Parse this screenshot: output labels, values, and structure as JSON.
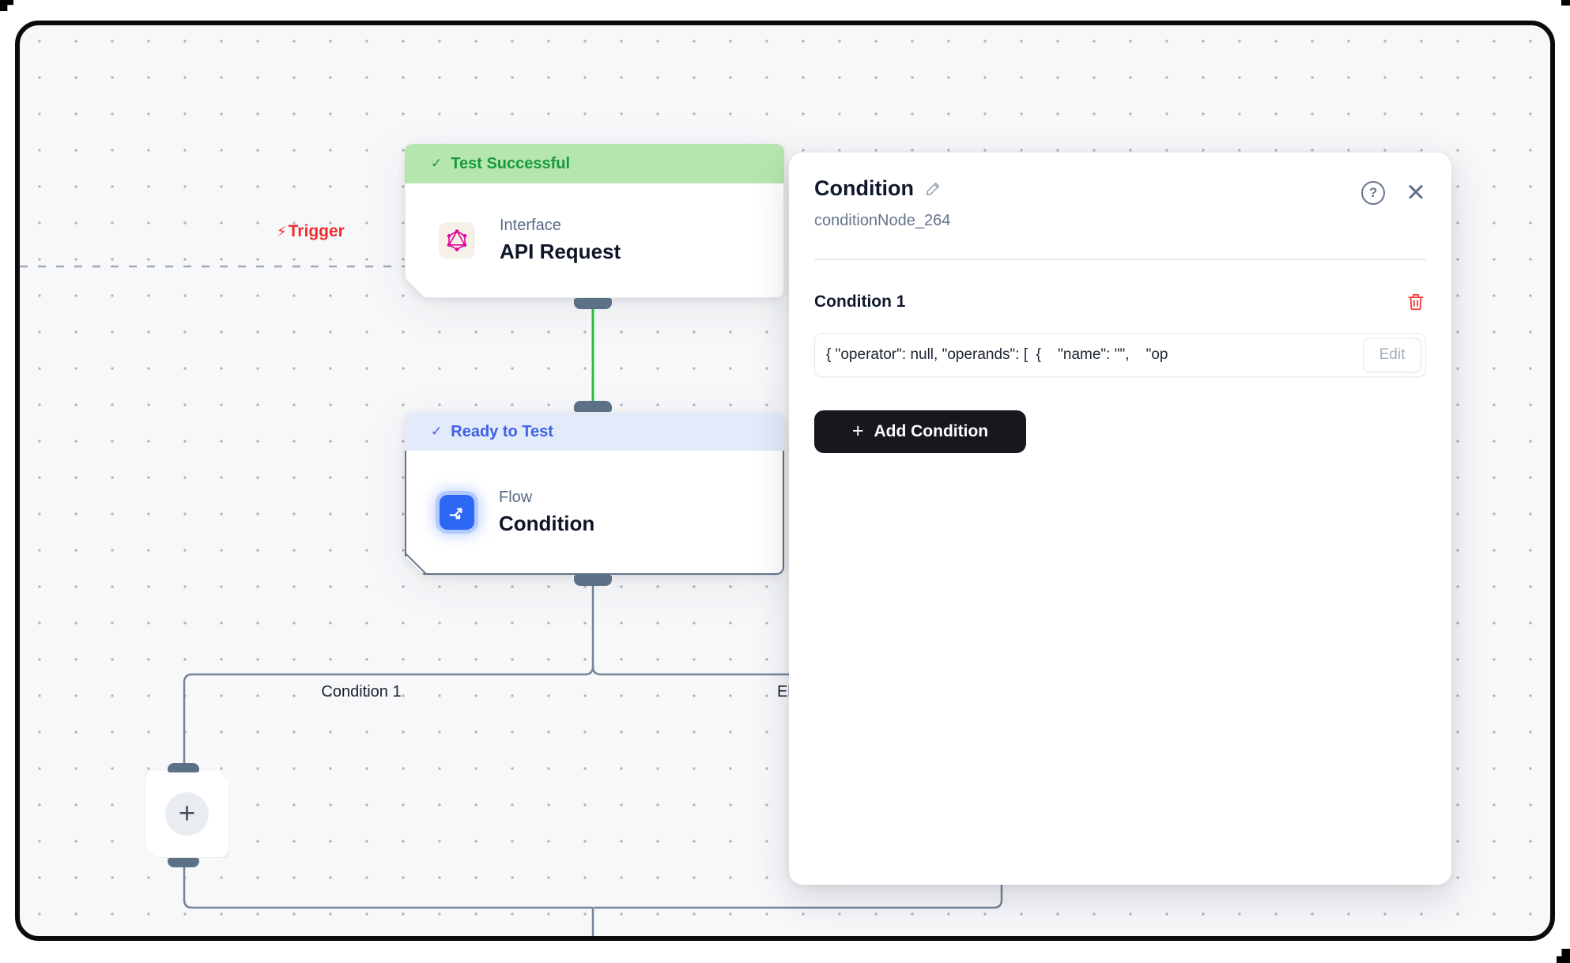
{
  "canvas": {
    "trigger_label": "Trigger",
    "branch_labels": {
      "condition": "Condition 1",
      "else": "Else"
    },
    "nodes": {
      "api": {
        "status": "Test Successful",
        "category": "Interface",
        "title": "API Request"
      },
      "condition": {
        "status": "Ready to Test",
        "category": "Flow",
        "title": "Condition"
      }
    }
  },
  "panel": {
    "title": "Condition",
    "node_id": "conditionNode_264",
    "section": {
      "heading": "Condition 1",
      "expression": "{ \"operator\": null, \"operands\": [  {    \"name\": \"\",    \"op",
      "edit_label": "Edit"
    },
    "add_button_label": "Add Condition"
  },
  "icons": {
    "check": "✓",
    "close": "✕",
    "plus": "+",
    "bolt": "⚡",
    "help": "?"
  },
  "colors": {
    "success_green": "#169a3d",
    "success_bg": "#b5e6ae",
    "ready_blue": "#3c61e4",
    "ready_bg": "#e3eafa",
    "trigger_red": "#f02c2c",
    "edge_green": "#29c23e",
    "edge_slate": "#74859b",
    "flow_icon_blue": "#2d68f5",
    "graphql_pink": "#e10098",
    "delete_red": "#ef4444",
    "button_black": "#16181d"
  }
}
